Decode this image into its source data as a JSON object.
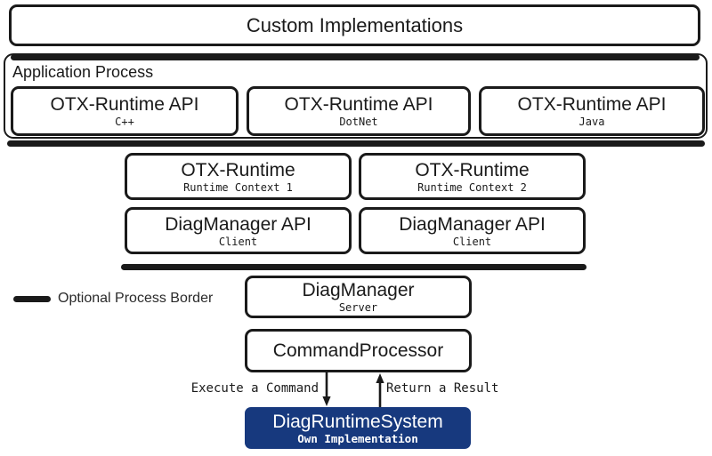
{
  "colors": {
    "border": "#1a1a1a",
    "process_border_bar": "#1a1a1a",
    "accent_blue": "#17397e",
    "background": "#ffffff",
    "text": "#1a1a1a",
    "blue_box_text": "#ffffff"
  },
  "diagram": {
    "custom_implementations": {
      "title": "Custom Implementations"
    },
    "application_process": {
      "label": "Application Process",
      "apis": [
        {
          "title": "OTX-Runtime API",
          "subtitle": "C++"
        },
        {
          "title": "OTX-Runtime API",
          "subtitle": "DotNet"
        },
        {
          "title": "OTX-Runtime API",
          "subtitle": "Java"
        }
      ]
    },
    "runtime_row": [
      {
        "title": "OTX-Runtime",
        "subtitle": "Runtime Context 1"
      },
      {
        "title": "OTX-Runtime",
        "subtitle": "Runtime Context 2"
      }
    ],
    "diagmanager_api_row": [
      {
        "title": "DiagManager API",
        "subtitle": "Client"
      },
      {
        "title": "DiagManager API",
        "subtitle": "Client"
      }
    ],
    "legend": {
      "label": "Optional Process Border"
    },
    "diagmanager_server": {
      "title": "DiagManager",
      "subtitle": "Server"
    },
    "command_processor": {
      "title": "CommandProcessor"
    },
    "arrows": {
      "execute_label": "Execute a Command",
      "return_label": "Return a Result"
    },
    "diag_runtime_system": {
      "title": "DiagRuntimeSystem",
      "subtitle": "Own Implementation"
    }
  }
}
